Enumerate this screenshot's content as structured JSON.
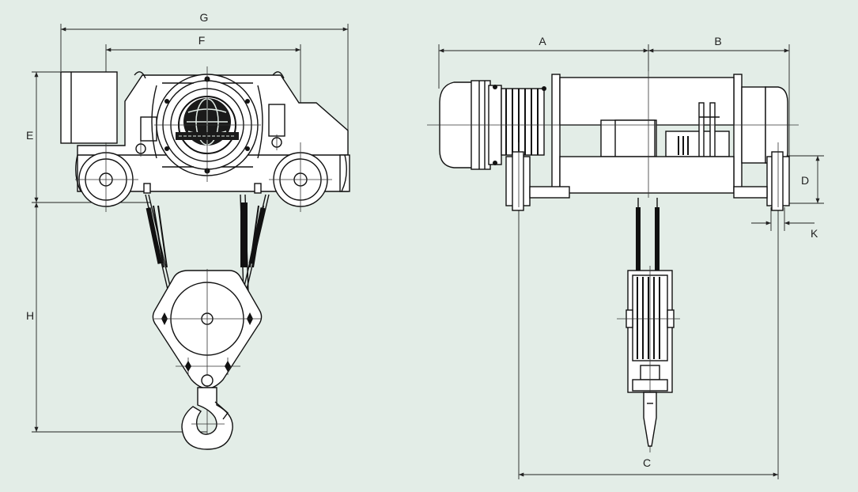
{
  "dimension_labels": {
    "G": "G",
    "F": "F",
    "E": "E",
    "H": "H",
    "A": "A",
    "B": "B",
    "D": "D",
    "K": "K",
    "C": "C"
  },
  "colors": {
    "background": "#e3ede7",
    "line": "#111111",
    "fill": "#ffffff"
  },
  "views": [
    "front-view",
    "side-view"
  ]
}
